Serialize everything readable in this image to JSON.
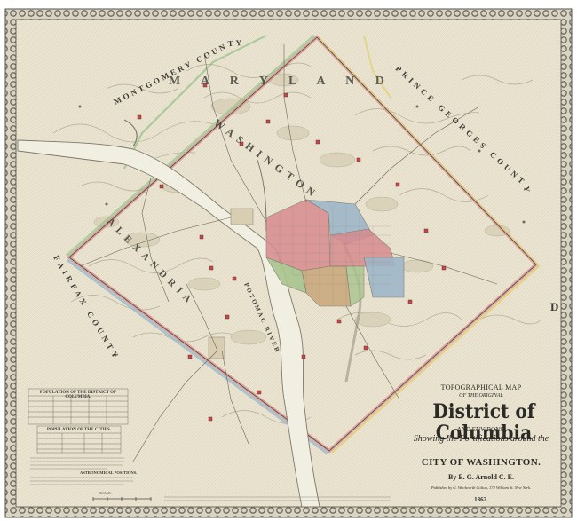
{
  "map": {
    "title_heading": "TOPOGRAPHICAL MAP",
    "title_original": "OF THE ORIGINAL",
    "title_main": "District of Columbia",
    "title_environs": "AND ENVIRONS:",
    "title_showing": "Showing the Fortifications around the",
    "title_city": "CITY OF WASHINGTON.",
    "author": "By E. G. Arnold C. E.",
    "publisher": "Published by G. Woolworth Colton, 172 William St. New York.",
    "year": "1862.",
    "population_district": "POPULATION OF THE DISTRICT OF COLUMBIA.",
    "population_cities": "POPULATION OF THE CITIES.",
    "reference_label": "ASTRONOMICAL POSITIONS.",
    "scale_label": "SCALE.",
    "county_montgomery": "MONTGOMERY COUNTY",
    "county_prince_georges": "PRINCE GEORGES COUNTY",
    "county_fairfax": "FAIRFAX COUNTY",
    "state_maryland": "M A R Y L A N D",
    "river_potomac": "POTOMAC RIVER",
    "county_washington": "WASHINGTON",
    "county_alexandria": "ALEXANDRIA",
    "edge_letter": "D",
    "colors": {
      "paper": "#e9e3cf",
      "border": "#8a8578",
      "boundary_red": "#d98a8a",
      "boundary_yellow": "#e3cf7a",
      "boundary_green": "#8fbf86",
      "boundary_blue": "#8fb6cf",
      "city_pink": "#d98b8f",
      "city_blue": "#9fb7c9",
      "city_green": "#a9c58e",
      "city_tan": "#c9a77a",
      "river": "#f1eee2"
    }
  }
}
